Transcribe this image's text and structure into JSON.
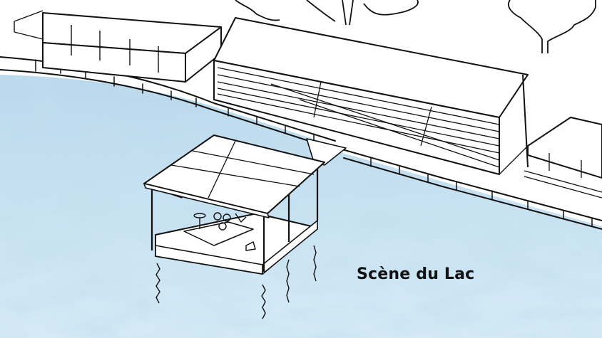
{
  "illustration": {
    "label": "Scène du Lac",
    "subject": "hand-drawn sketch of a floating lake stage with grandstand seating on the shore",
    "colors": {
      "water_light": "#cfe6f4",
      "water_mid": "#a9cfe6",
      "water_dark": "#8cbad8",
      "ink": "#111111",
      "paper": "#ffffff"
    },
    "elements": [
      "floating-stage",
      "grandstand",
      "shore-building",
      "side-building",
      "trees",
      "quay-wall",
      "reflections"
    ]
  }
}
